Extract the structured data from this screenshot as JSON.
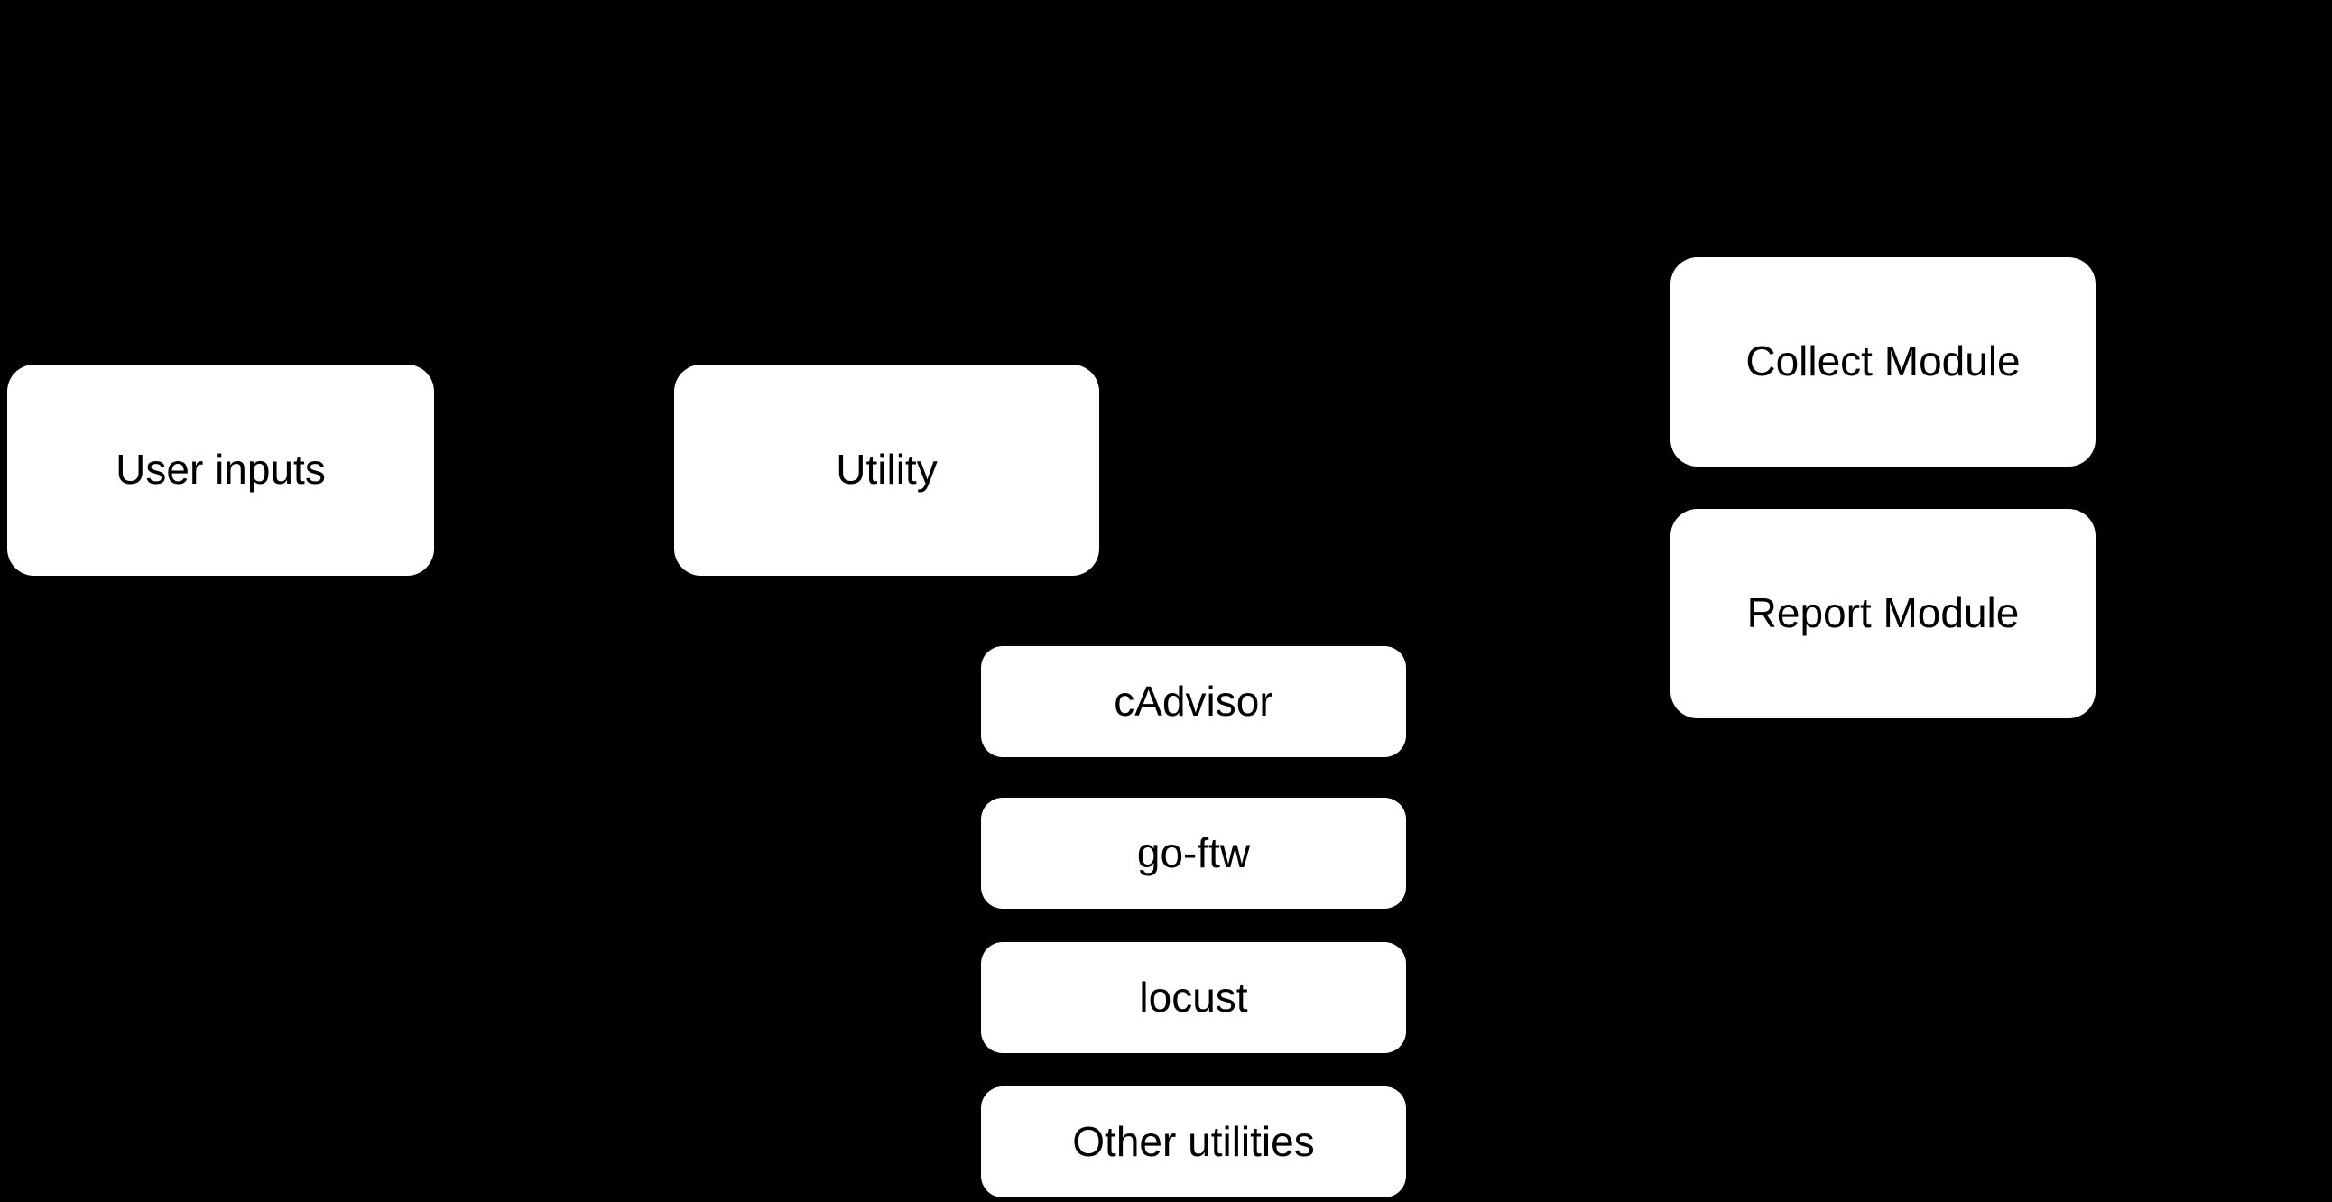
{
  "diagram": {
    "colors": {
      "background": "#000000",
      "node_fill": "#ffffff",
      "node_text": "#000000"
    },
    "nodes": [
      {
        "id": "user-inputs",
        "label": "User inputs"
      },
      {
        "id": "utility",
        "label": "Utility"
      },
      {
        "id": "collect-module",
        "label": "Collect Module"
      },
      {
        "id": "report-module",
        "label": "Report Module"
      },
      {
        "id": "cadvisor",
        "label": "cAdvisor"
      },
      {
        "id": "go-ftw",
        "label": "go-ftw"
      },
      {
        "id": "locust",
        "label": "locust"
      },
      {
        "id": "other-utilities",
        "label": "Other utilities"
      }
    ]
  }
}
